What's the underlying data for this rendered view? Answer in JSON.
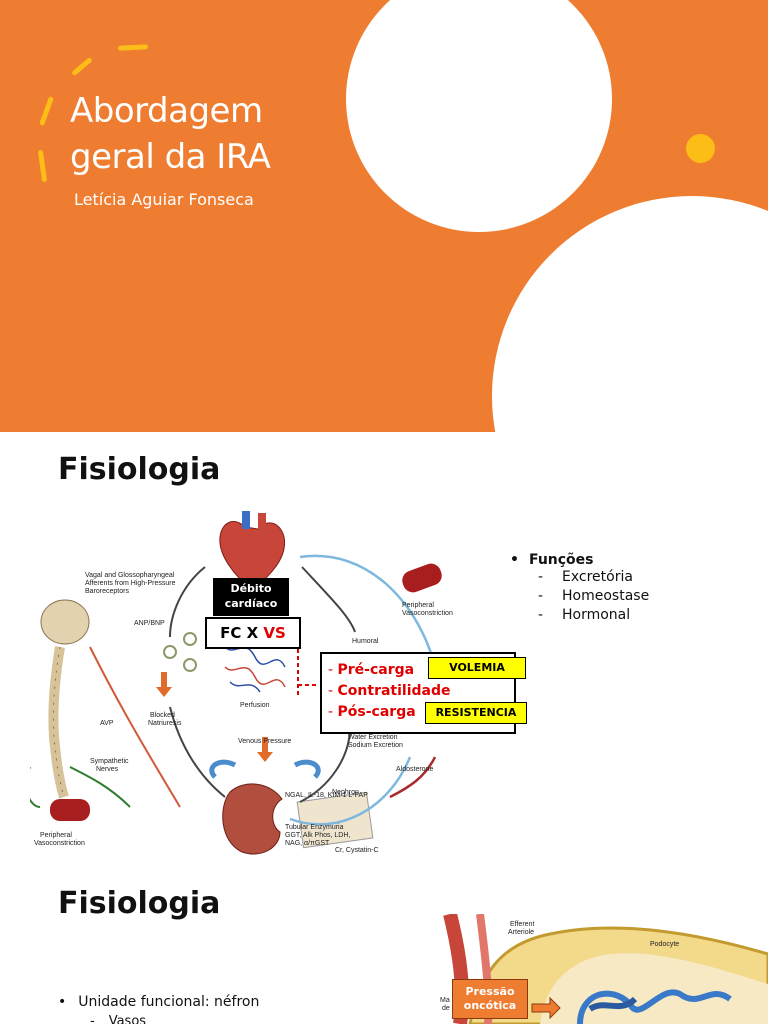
{
  "slide1": {
    "title_line1": "Abordagem",
    "title_line2": "geral da IRA",
    "author": "Letícia Aguiar Fonseca",
    "colors": {
      "background": "#ef7d31",
      "accent": "#fbbd16",
      "circles": "#ffffff"
    }
  },
  "slide2": {
    "heading": "Fisiologia",
    "debito_label": "Débito cardíaco",
    "fc_label": "FC X",
    "vs_label": "VS",
    "cargas": [
      "Pré-carga",
      "Contratilidade",
      "Pós-carga"
    ],
    "tag_volemia": "VOLEMIA",
    "tag_resistencia": "RESISTENCIA",
    "funcoes_heading": "Funções",
    "funcoes": [
      "Excretória",
      "Homeostase",
      "Hormonal"
    ],
    "diagram_labels": {
      "baroreceptors": "Vagal and Glossopharyngeal Afferents from High-Pressure Baroreceptors",
      "anp": "ANP/BNP",
      "blocked": "Blocked Natriuresis",
      "avp": "AVP",
      "sympathetic": "Sympathetic Nerves",
      "peripheral_left": "Peripheral Vasoconstriction",
      "peripheral_right": "Peripheral Vasoconstriction",
      "perfusion": "Perfusion",
      "venous": "Venous Pressure",
      "humoral": "Humoral",
      "water": "Water Excretion Sodium Excretion",
      "aldosterone": "Aldosterone",
      "biomarkers1": "NGAL, IL-18, KIM-1 L-FAP",
      "biomarkers2": "Tubular Enzymuria GGT, Alk Phos, LDH, NAG, α/πGST",
      "cystatin": "Cr, Cystatin-C",
      "nephron": "Nephron"
    }
  },
  "slide3": {
    "heading": "Fisiologia",
    "bullet": "Unidade funcional: néfron",
    "sub_bullet": "Vasos",
    "pressao_label": "Pressão oncótica",
    "labels": {
      "efferent": "Efferent Arteriole",
      "podocyte": "Podocyte",
      "ma": "Ma de"
    }
  }
}
